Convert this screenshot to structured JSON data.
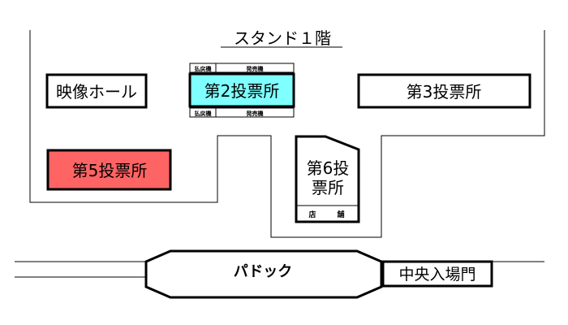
{
  "title": "スタンド１階",
  "rooms": {
    "video_hall": "映像ホール",
    "booth2": "第2投票所",
    "booth3": "第3投票所",
    "booth5": "第5投票所",
    "booth6_line1": "第6投",
    "booth6_line2": "票所",
    "shop_char1": "店",
    "shop_char2": "舗"
  },
  "machines": {
    "refund": "払戻機",
    "ticket": "発売機"
  },
  "paddock": "パドック",
  "main_gate": "中央入場門",
  "colors": {
    "booth2_fill": "#7fffff",
    "booth5_fill": "#ff6464",
    "refund_text": "#e00000"
  }
}
